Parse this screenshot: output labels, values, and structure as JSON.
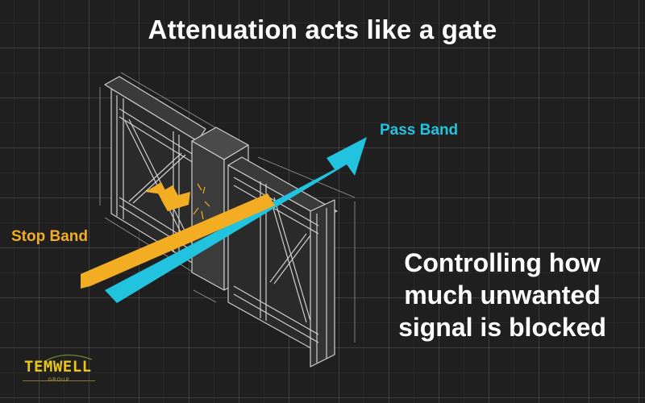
{
  "title": "Attenuation acts like a gate",
  "labels": {
    "pass_band": "Pass Band",
    "stop_band": "Stop Band"
  },
  "caption": {
    "line1": "Controlling how",
    "line2": "much unwanted",
    "line3": "signal is blocked"
  },
  "logo": {
    "name": "TEMWELL",
    "sub": "GROUP"
  },
  "colors": {
    "background": "#1f1f20",
    "pass_band": "#22c3df",
    "stop_band": "#f3ad22",
    "text": "#ffffff",
    "logo": "#e9c51c"
  }
}
